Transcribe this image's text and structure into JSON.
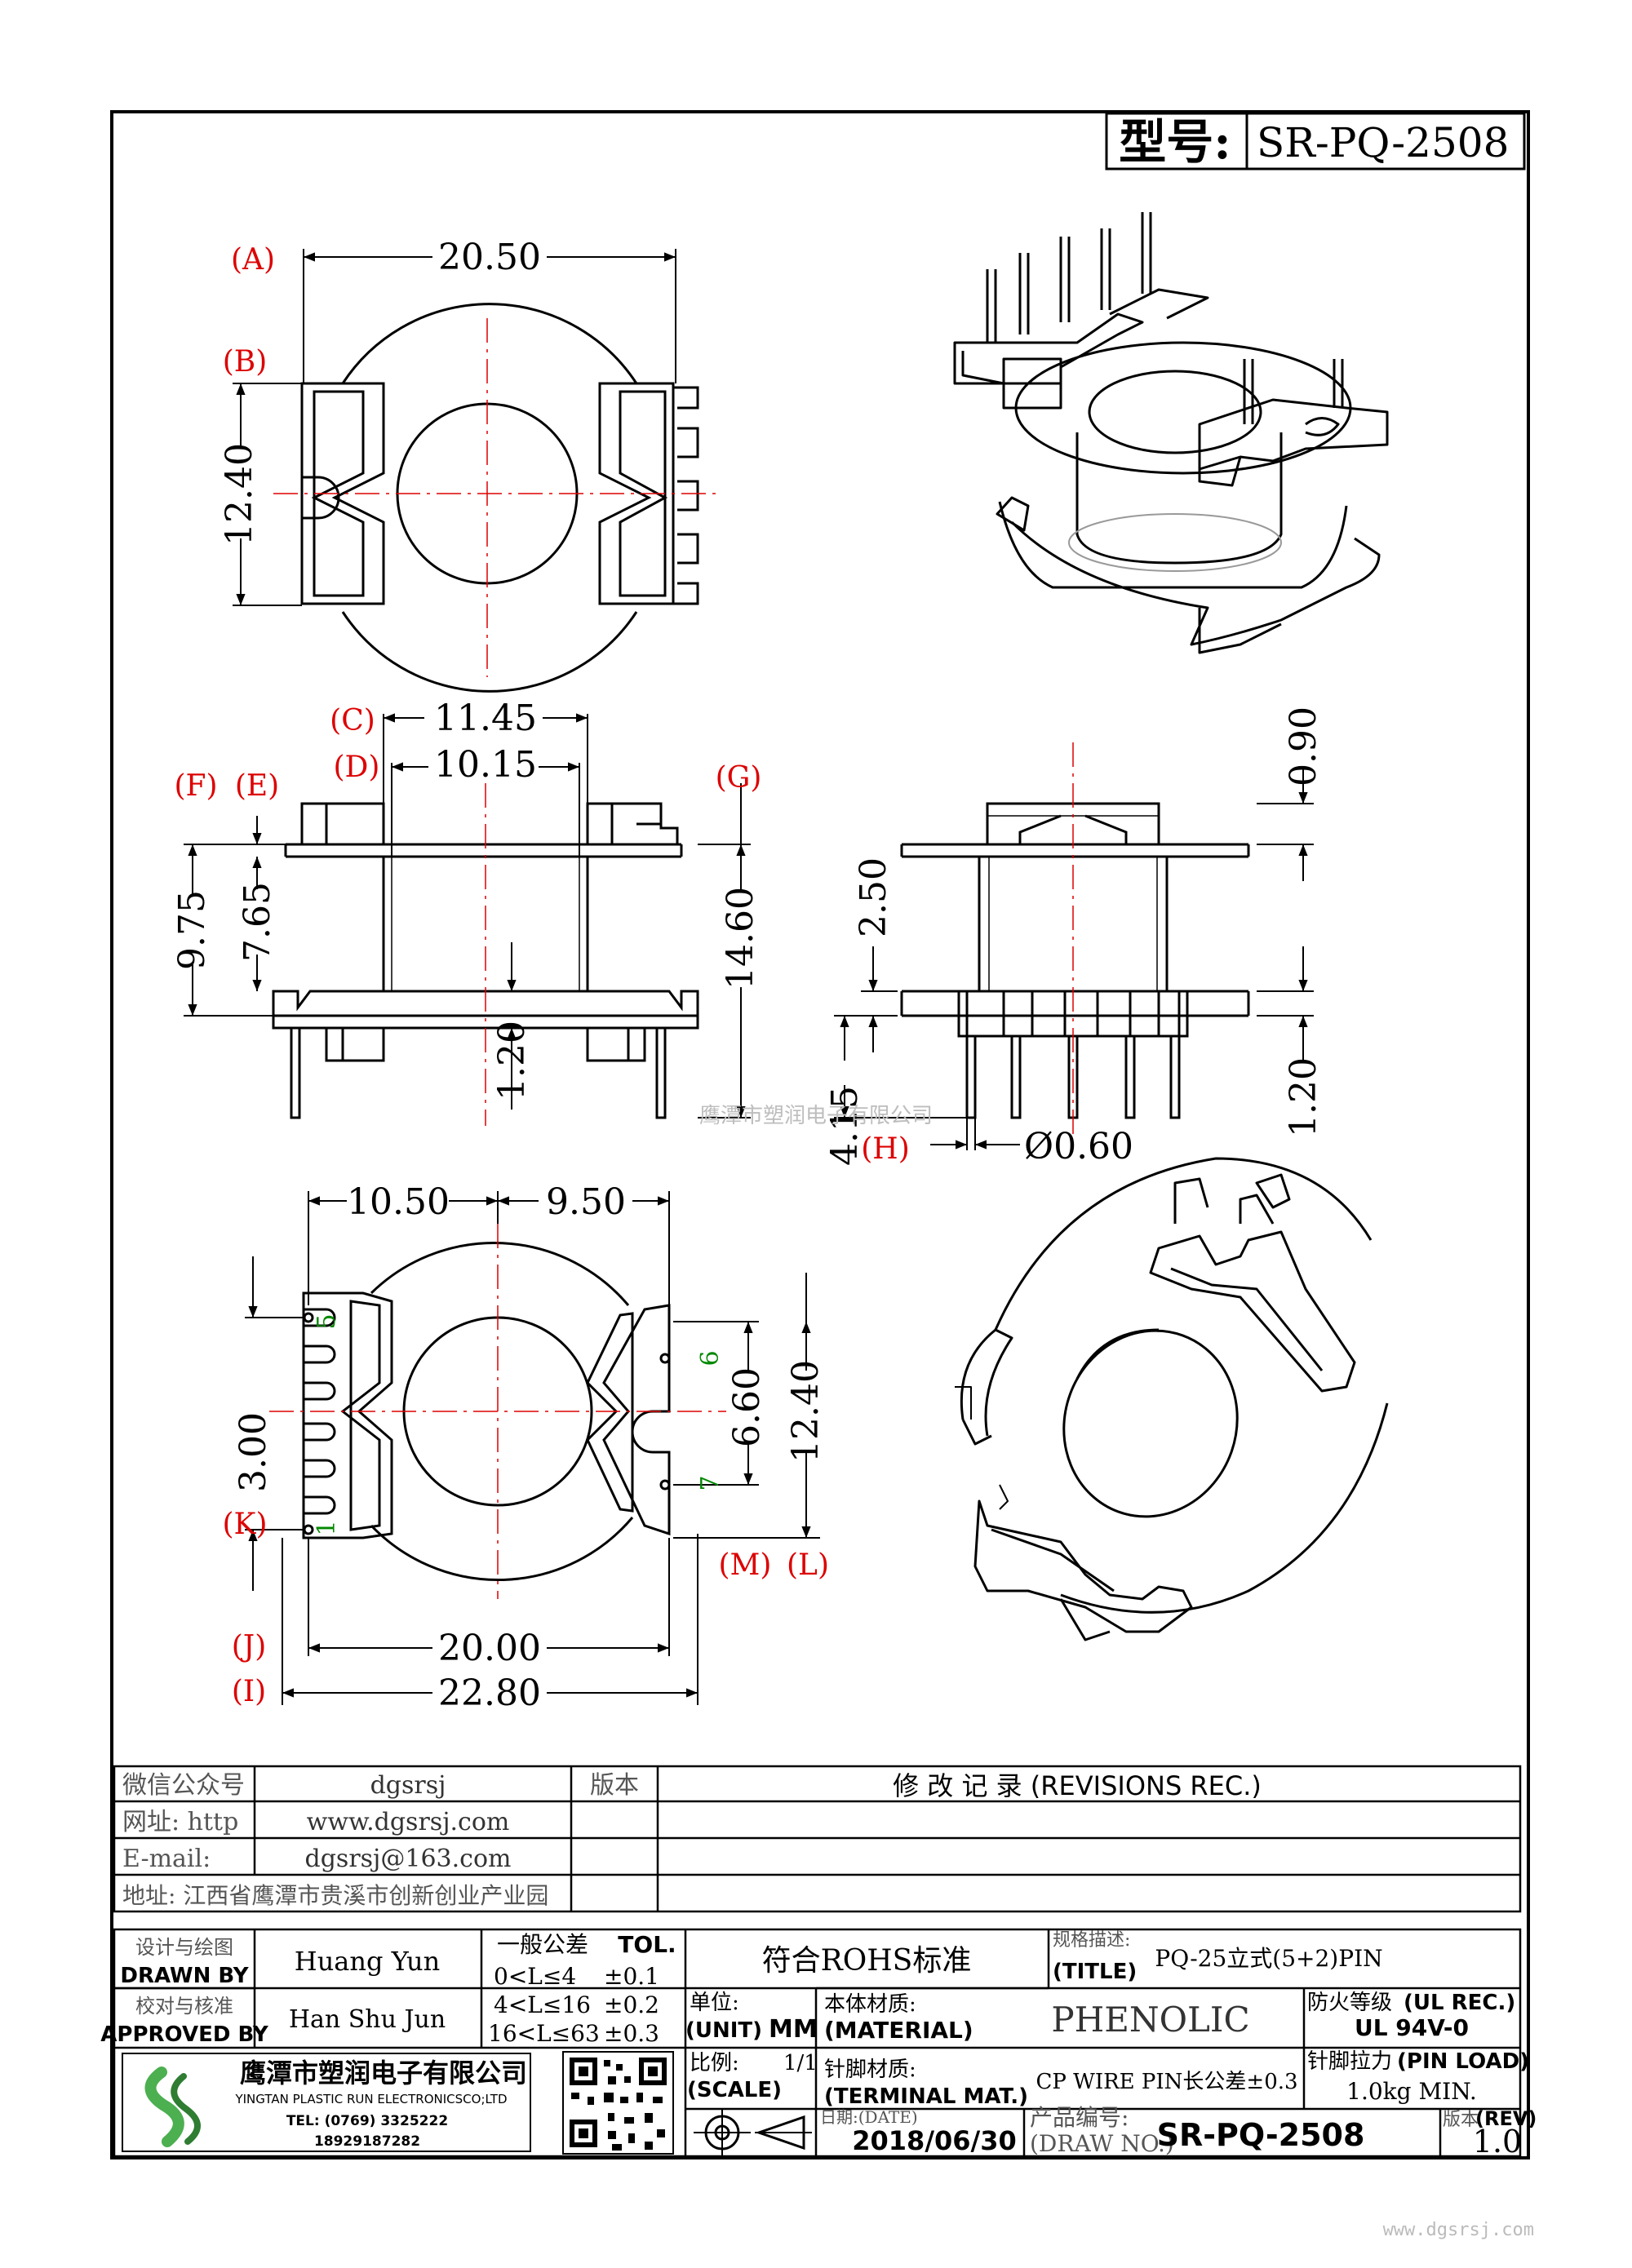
{
  "model": {
    "label": "型号:",
    "value": "SR-PQ-2508"
  },
  "dims": {
    "A": "(A)",
    "B": "(B)",
    "C": "(C)",
    "D": "(D)",
    "E": "(E)",
    "F": "(F)",
    "G": "(G)",
    "H": "(H)",
    "I": "(I)",
    "J": "(J)",
    "K": "(K)",
    "L": "(L)",
    "M": "(M)",
    "a": "20.50",
    "b": "12.40",
    "c": "11.45",
    "d": "10.15",
    "fv": "9.75",
    "ev": "7.65",
    "gv": "14.60",
    "v120a": "1.20",
    "v090": "0.90",
    "v250": "2.50",
    "v415": "4.15",
    "v120b": "1.20",
    "dia": "Ø0.60",
    "h1050": "10.50",
    "h950": "9.50",
    "v300": "3.00",
    "v660": "6.60",
    "v1240": "12.40",
    "j": "20.00",
    "i": "22.80"
  },
  "pins": {
    "p5": "5",
    "p1": "1",
    "p6": "6",
    "p7": "7"
  },
  "watermark": "鹰潭市塑润电子有限公司",
  "footer_url": "www.dgsrsj.com",
  "info": {
    "wechat_label": "微信公众号",
    "wechat_value": "dgsrsj",
    "web_label": "网址: http",
    "web_value": "www.dgsrsj.com",
    "email_label": "E-mail:",
    "email_value": "dgsrsj@163.com",
    "address": "地址: 江西省鹰潭市贵溪市创新创业产业园",
    "version_label": "版本",
    "revisions": "修 改 记 录 (REVISIONS REC.)"
  },
  "title_block": {
    "design_cn": "设计与绘图",
    "drawn_by": "DRAWN BY",
    "drawn_name": "Huang Yun",
    "approve_cn": "校对与核准",
    "approved_by": "APPROVED BY",
    "approved_name": "Han Shu Jun",
    "tol_cn": "一般公差",
    "tol_en": "TOL.",
    "tol_rows": [
      {
        "range": "0<L≤4",
        "value": "±0.1"
      },
      {
        "range": "4<L≤16",
        "value": "±0.2"
      },
      {
        "range": "16<L≤63",
        "value": "±0.3"
      }
    ],
    "rohs": "符合ROHS标准",
    "spec_cn": "规格描述:",
    "spec_en": "(TITLE)",
    "spec_value": "PQ-25立式(5+2)PIN",
    "unit_cn": "单位:",
    "unit_en": "(UNIT)",
    "unit_value": "MM",
    "material_cn": "本体材质:",
    "material_en": "(MATERIAL)",
    "material_value": "PHENOLIC",
    "ul_cn": "防火等级",
    "ul_en": "(UL REC.)",
    "ul_value": "UL 94V-0",
    "scale_cn": "比例:",
    "scale_en": "(SCALE)",
    "scale_value": "1/1",
    "terminal_cn": "针脚材质:",
    "terminal_en": "(TERMINAL MAT.)",
    "terminal_value": "CP WIRE  PIN长公差±0.3",
    "pinload_cn": "针脚拉力",
    "pinload_en": "(PIN LOAD)",
    "pinload_value": "1.0kg MIN.",
    "date_cn": "日期:(DATE)",
    "date_value": "2018/06/30",
    "drawno_cn": "产品编号:",
    "drawno_en": "(DRAW NO.)",
    "drawno_value": "SR-PQ-2508",
    "rev_cn": "版本",
    "rev_en": "(REV)",
    "rev_value": "1.0",
    "company_cn": "鹰潭市塑润电子有限公司",
    "company_en": "YINGTAN PLASTIC RUN ELECTRONICSCO;LTD",
    "tel": "TEL: (0769) 3325222",
    "mobile": "18929187282"
  }
}
